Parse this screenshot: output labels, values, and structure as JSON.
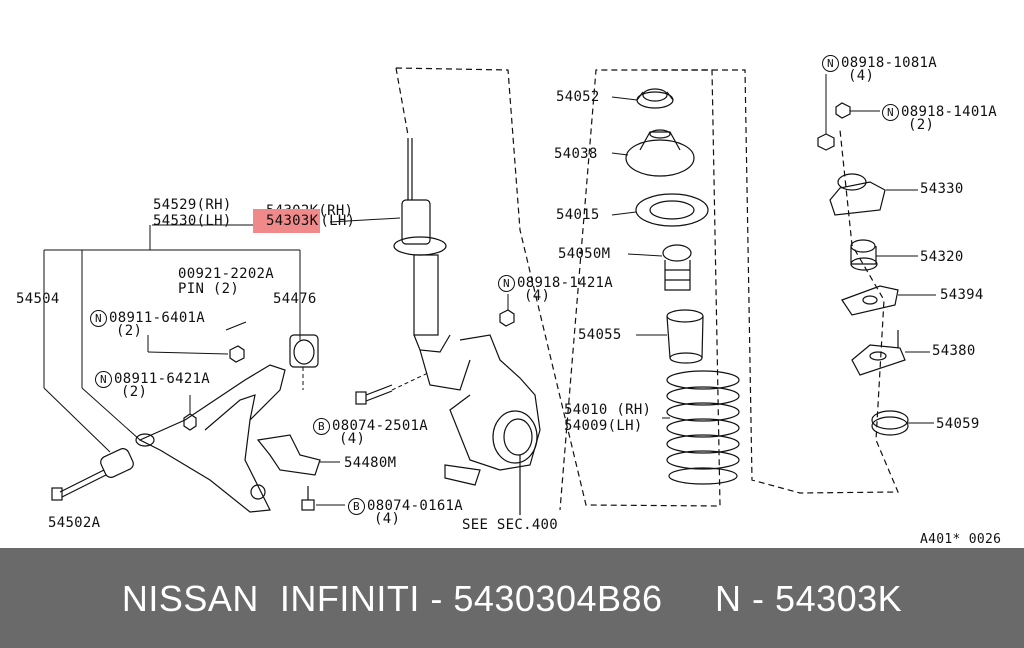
{
  "labels": {
    "p54529": "54529(RH)",
    "p54530": "54530(LH)",
    "p54302k": "54302K(RH)",
    "p54303k_num": "54303K",
    "p54303k_side": "(LH)",
    "p54504": "54504",
    "p00921": "00921-2202A",
    "pin": "PIN (2)",
    "p54476": "54476",
    "n08911_6401_mark": "N",
    "n08911_6401": "08911-6401A",
    "n08911_6401_qty": "(2)",
    "n08911_6421_mark": "N",
    "n08911_6421": "08911-6421A",
    "n08911_6421_qty": "(2)",
    "n08918_1421_mark": "N",
    "n08918_1421": "08918-1421A",
    "n08918_1421_qty": "(4)",
    "b08074_2501_mark": "B",
    "b08074_2501": "08074-2501A",
    "b08074_2501_qty": "(4)",
    "p54480m": "54480M",
    "b08074_0161_mark": "B",
    "b08074_0161": "08074-0161A",
    "b08074_0161_qty": "(4)",
    "p54502a": "54502A",
    "see_sec": "SEE SEC.400",
    "p54052": "54052",
    "p54038": "54038",
    "p54015": "54015",
    "p54050m": "54050M",
    "p54055": "54055",
    "p54010": "54010 (RH)",
    "p54009": "54009(LH)",
    "n08918_1081_mark": "N",
    "n08918_1081": "08918-1081A",
    "n08918_1081_qty": "(4)",
    "n08918_1401_mark": "N",
    "n08918_1401": "08918-1401A",
    "n08918_1401_qty": "(2)",
    "p54330": "54330",
    "p54320": "54320",
    "p54394": "54394",
    "p54380": "54380",
    "p54059": "54059",
    "figure_code": "A401* 0026"
  },
  "footer": {
    "text": "NISSAN  INFINITI - 5430304B86     N - 54303K"
  },
  "colors": {
    "highlight": "#f08a8a",
    "footer_bg": "#6a6a6a",
    "footer_text": "#ffffff",
    "line": "#111111"
  }
}
